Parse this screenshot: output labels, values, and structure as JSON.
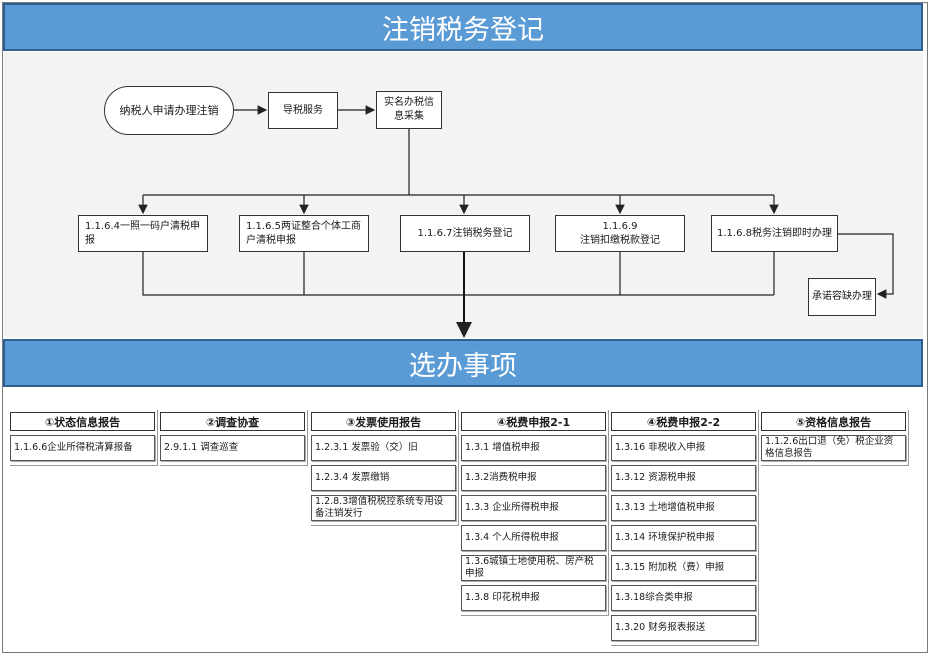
{
  "header": {
    "title": "注销税务登记"
  },
  "flow": {
    "start": "纳税人申请办理注销",
    "guide": "导税服务",
    "collect": "实名办税信息采集",
    "branches": [
      "1.1.6.4一照一码户清税申报",
      "1.1.6.5两证整合个体工商户清税申报",
      "1.1.6.7注销税务登记",
      "1.1.6.9\n注销扣缴税款登记",
      "1.1.6.8税务注销即时办理"
    ],
    "commit": "承诺容缺办理"
  },
  "optional": {
    "title": "选办事项",
    "columns": [
      {
        "title": "①状态信息报告",
        "items": [
          "1.1.6.6企业所得税清算报备"
        ]
      },
      {
        "title": "②调查协查",
        "items": [
          "2.9.1.1 调查巡查"
        ]
      },
      {
        "title": "③发票使用报告",
        "items": [
          "1.2.3.1 发票验（交）旧",
          "1.2.3.4 发票缴销",
          "1.2.8.3增值税税控系统专用设备注销发行"
        ]
      },
      {
        "title": "④税费申报2-1",
        "items": [
          "1.3.1 增值税申报",
          "1.3.2消费税申报",
          "1.3.3 企业所得税申报",
          "1.3.4 个人所得税申报",
          "1.3.6城镇土地使用税、房产税申报",
          "1.3.8 印花税申报"
        ]
      },
      {
        "title": "④税费申报2-2",
        "items": [
          "1.3.16 非税收入申报",
          "1.3.12 资源税申报",
          "1.3.13 土地增值税申报",
          "1.3.14 环境保护税申报",
          "1.3.15 附加税（费）申报",
          "1.3.18综合类申报",
          "1.3.20 财务报表报送"
        ]
      },
      {
        "title": "⑤资格信息报告",
        "items": [
          "1.1.2.6出口退（免）税企业资格信息报告"
        ]
      }
    ]
  }
}
